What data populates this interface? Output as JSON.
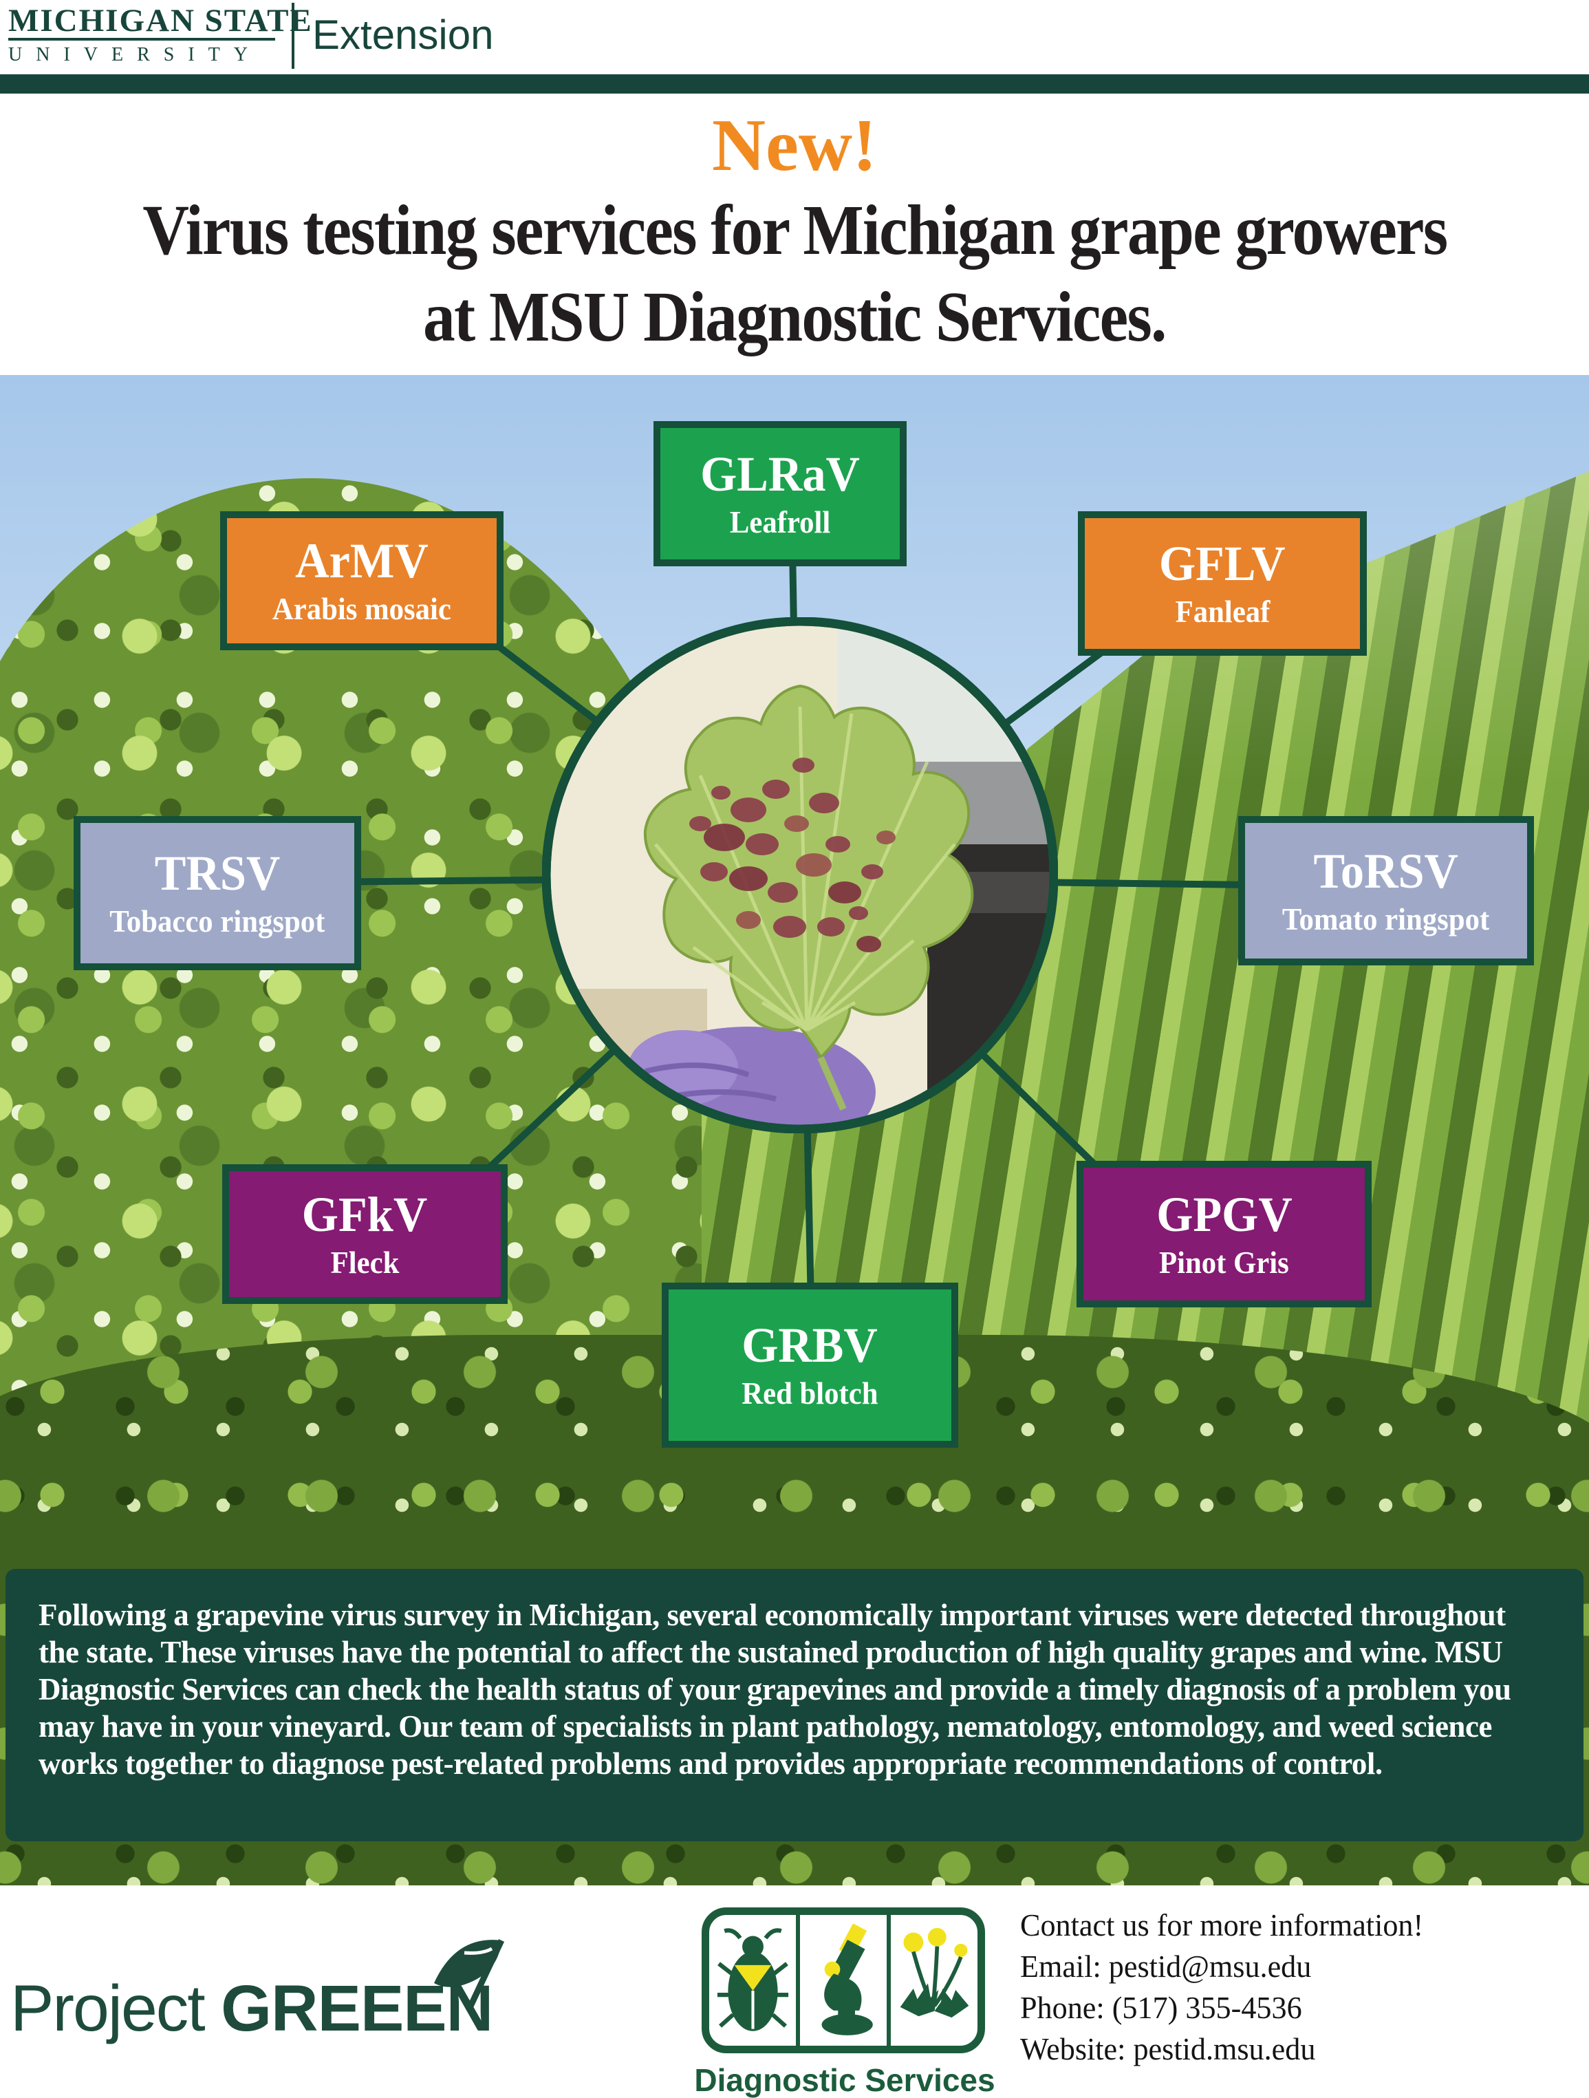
{
  "header": {
    "university_line1": "MICHIGAN STATE",
    "university_line2": "UNIVERSITY",
    "division": "Extension"
  },
  "hero": {
    "badge": "New!",
    "title_line1": "Virus testing services for Michigan grape growers",
    "title_line2": "at MSU Diagnostic Services."
  },
  "diagram": {
    "viruses": [
      {
        "abbr": "GLRaV",
        "name": "Leafroll",
        "color": "#1CA24E"
      },
      {
        "abbr": "ArMV",
        "name": "Arabis mosaic",
        "color": "#E8832C"
      },
      {
        "abbr": "GFLV",
        "name": "Fanleaf",
        "color": "#E8832C"
      },
      {
        "abbr": "TRSV",
        "name": "Tobacco ringspot",
        "color": "#9FA9C7"
      },
      {
        "abbr": "ToRSV",
        "name": "Tomato ringspot",
        "color": "#9FA9C7"
      },
      {
        "abbr": "GFkV",
        "name": "Fleck",
        "color": "#851B72"
      },
      {
        "abbr": "GPGV",
        "name": "Pinot Gris",
        "color": "#851B72"
      },
      {
        "abbr": "GRBV",
        "name": "Red blotch",
        "color": "#1CA24E"
      }
    ]
  },
  "about": {
    "text": "Following a grapevine virus survey in Michigan, several economically important viruses were detected throughout the state. These viruses have the potential to affect the sustained production of high quality grapes and wine. MSU Diagnostic Services can check the health status of your grapevines and provide a timely diagnosis of a problem you may have in your vineyard. Our team of specialists in plant pathology, nematology, entomology, and weed science works together to diagnose pest-related problems and provides appropriate recommendations of control."
  },
  "footer": {
    "project_greeen": {
      "word1": "Project ",
      "word2": "GREEEN"
    },
    "diagnostic_label": "Diagnostic Services",
    "contact": {
      "line1": "Contact us for more information!",
      "line2": "Email: pestid@msu.edu",
      "line3": "Phone: (517) 355-4536",
      "line4": "Website: pestid.msu.edu"
    }
  },
  "colors": {
    "msu_green": "#18453B",
    "box_border_green": "#14503A",
    "connector_green": "#14503A",
    "accent_orange": "#F18B21",
    "panel_green": "#17473A",
    "virus_green": "#1CA24E",
    "virus_orange": "#E8832C",
    "virus_periwinkle": "#9FA9C7",
    "virus_purple": "#851B72",
    "sky_blue": "#A9C9EB"
  }
}
